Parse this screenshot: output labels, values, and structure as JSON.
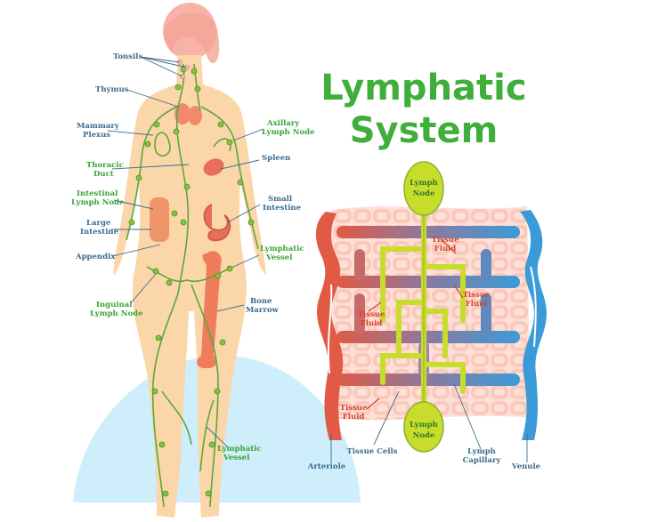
{
  "title": {
    "line1": "Lymphatic",
    "line2": "System"
  },
  "colors": {
    "title": "#3fae3a",
    "label_blue": "#3b6b8f",
    "label_green": "#3aa336",
    "label_red": "#d2442c",
    "body": "#fbd6a9",
    "vessel": "#86c33c",
    "arteriole": "#e05a45",
    "venule": "#3a9bd8",
    "node": "#c8dc2c",
    "ground": "#cdeefa"
  },
  "body_labels": {
    "tonsils": "Tonsils",
    "thymus": "Thymus",
    "mammary_1": "Mammary",
    "mammary_2": "Plexus",
    "axillary_1": "Axillary",
    "axillary_2": "Lymph Node",
    "thoracic_1": "Thoracic",
    "thoracic_2": "Duct",
    "spleen": "Spleen",
    "intestinal_1": "Intestinal",
    "intestinal_2": "Lymph Node",
    "small_1": "Small",
    "small_2": "Intestine",
    "large_1": "Large",
    "large_2": "Intestine",
    "appendix": "Appendix",
    "lymphatic_vessel_1": "Lymphatic",
    "lymphatic_vessel_2": "Vessel",
    "inguinal_1": "Inguinal",
    "inguinal_2": "Lymph Node",
    "bone_1": "Bone",
    "bone_2": "Marrow",
    "leg_vessel_1": "Lymphatic",
    "leg_vessel_2": "Vessel"
  },
  "capillary_labels": {
    "node_top_1": "Lymph",
    "node_top_2": "Node",
    "node_bottom_1": "Lymph",
    "node_bottom_2": "Node",
    "tissue_fluid_1_a": "Tissue",
    "tissue_fluid_1_b": "Fluid",
    "tissue_fluid_2_a": "Tissue",
    "tissue_fluid_2_b": "Fluid",
    "tissue_fluid_3_a": "Tissue",
    "tissue_fluid_3_b": "Fluid",
    "tissue_fluid_4_a": "Tissue",
    "tissue_fluid_4_b": "Fluid",
    "arteriole": "Arteriole",
    "tissue_cells": "Tissue Cells",
    "lymph_capillary_1": "Lymph",
    "lymph_capillary_2": "Capillary",
    "venule": "Venule"
  }
}
